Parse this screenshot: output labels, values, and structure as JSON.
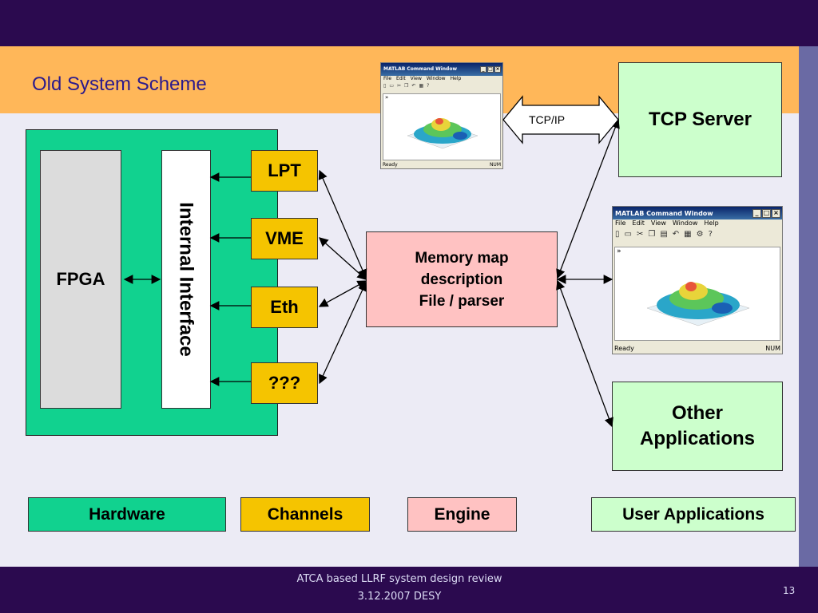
{
  "slide": {
    "title": "Old System Scheme",
    "footer_line1": "ATCA based LLRF system design review",
    "footer_line2": "3.12.2007 DESY",
    "page_number": "13"
  },
  "diagram": {
    "fpga": "FPGA",
    "internal_interface": "Internal Interface",
    "channels": [
      "LPT",
      "VME",
      "Eth",
      "???"
    ],
    "engine_line1": "Memory map",
    "engine_line2": "description",
    "engine_line3": "File / parser",
    "tcp_server": "TCP Server",
    "tcp_ip_label": "TCP/IP",
    "other_apps_line1": "Other",
    "other_apps_line2": "Applications"
  },
  "matlab_window": {
    "title": "MATLAB Command Window",
    "menu": [
      "File",
      "Edit",
      "View",
      "Window",
      "Help"
    ],
    "prompt": "»",
    "status_left": "Ready",
    "status_right": "NUM"
  },
  "legend": {
    "hardware": "Hardware",
    "channels": "Channels",
    "engine": "Engine",
    "user_applications": "User Applications"
  },
  "colors": {
    "hardware": "#11d28f",
    "channels": "#f5c400",
    "engine": "#ffc2c2",
    "user": "#ccffcc",
    "title_band": "#ffb759",
    "dark_band": "#2b0a4f"
  }
}
